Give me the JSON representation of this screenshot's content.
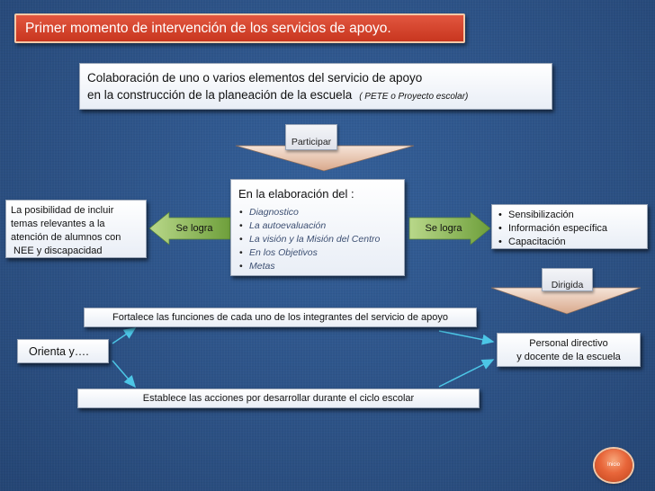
{
  "title": "Primer momento de intervención de los servicios de apoyo.",
  "collab": {
    "line1": "Colaboración de uno o varios elementos del servicio de apoyo",
    "line2": "en la construcción de la planeación de la escuela",
    "note": "( PETE o Proyecto escolar)"
  },
  "participar": "Participar",
  "center": {
    "heading": "En la elaboración  del  :",
    "items": [
      "Diagnostico",
      "La autoevaluación",
      "La visión y la Misión del Centro",
      "En los Objetivos",
      "Metas"
    ]
  },
  "se_logra_left": "Se logra",
  "se_logra_right": "Se logra",
  "left_box": {
    "lines": [
      "La posibilidad de incluir",
      "temas relevantes a la",
      "atención de alumnos con",
      " NEE y discapacidad"
    ]
  },
  "right_box": {
    "items": [
      "Sensibilización",
      "Información específica",
      "Capacitación"
    ]
  },
  "dirigida": "Dirigida",
  "fortalece": "Fortalece las funciones de cada uno de los integrantes del servicio de apoyo",
  "orienta": "Orienta y….",
  "personal": {
    "line1": "Personal directivo",
    "line2": "y docente  de la escuela"
  },
  "establece": "Establece las acciones por desarrollar durante el ciclo escolar",
  "inicio": "Inicio",
  "colors": {
    "title_bg": "#d6452d",
    "background": "#2f5688",
    "arrow_fill": "#e8c9b2"
  }
}
